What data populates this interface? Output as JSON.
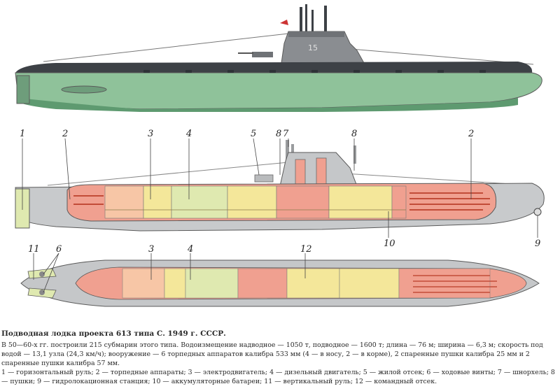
{
  "colors": {
    "hull_top": "#3d4146",
    "hull_green": "#8fc29a",
    "hull_green_dark": "#5e9a70",
    "hull_grey": "#b9bbbd",
    "outline": "#5a5a5a",
    "compartment_red": "#f0a090",
    "compartment_red_dark": "#d96d5a",
    "compartment_yellow": "#f4e79a",
    "compartment_green": "#dfe9b0",
    "compartment_peach": "#f7c6a6"
  },
  "callouts": {
    "c1": "1",
    "c2a": "2",
    "c3a": "3",
    "c4a": "4",
    "c5": "5",
    "c8a": "8",
    "c7": "7",
    "c8b": "8",
    "c2b": "2",
    "c10": "10",
    "c9": "9",
    "c11": "11",
    "c6": "6",
    "c3b": "3",
    "c4b": "4",
    "c12": "12"
  },
  "caption": {
    "title": "Подводная лодка проекта 613 типа С. 1949 г. СССР.",
    "body": "В 50—60-х гг. построили 215 субмарин этого типа. Водоизмещение надводное — 1050 т, подводное — 1600 т; длина — 76 м; ширина — 6,3 м; скорость под водой — 13,1 узла (24,3 км/ч); вооружение — 6 торпедных аппаратов калибра 533 мм (4 — в носу, 2 — в корме), 2 спаренные пушки калибра 25 мм и 2 спаренные пушки калибра 57 мм.",
    "legend": "1 — горизонтальный руль; 2 — торпедные аппараты; 3 — электродвигатель; 4 — дизельный двигатель; 5 — жилой отсек; 6 — ходовые винты; 7 — шнорхель; 8 — пушки; 9 — гидролокационная станция; 10 — аккумуляторные батареи; 11 — вертикальный руль; 12 — командный отсек."
  }
}
